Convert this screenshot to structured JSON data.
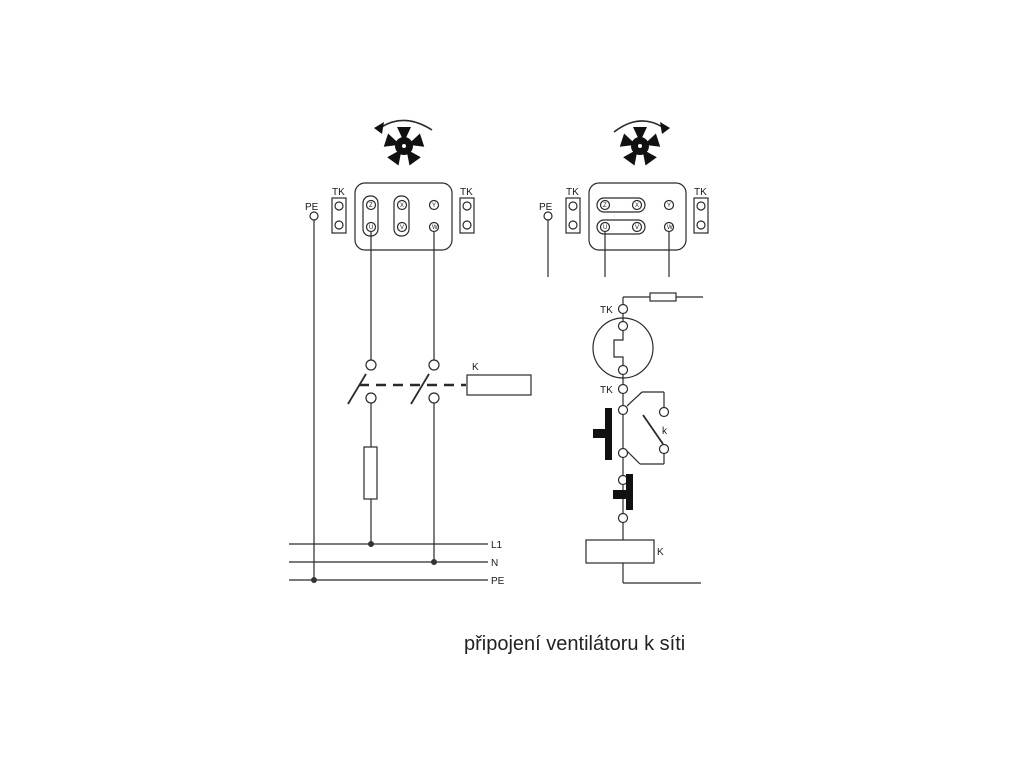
{
  "caption": "připojení ventilátoru k síti",
  "colors": {
    "line": "#2a2a2a",
    "text": "#1a1a1a",
    "fill": "#111111"
  },
  "left_diagram": {
    "tk_left": "TK",
    "tk_right": "TK",
    "pe_label": "PE",
    "terminals_top": [
      "Z",
      "X",
      "Y"
    ],
    "terminals_bottom": [
      "U",
      "V",
      "W"
    ],
    "contactor_label": "K",
    "supply_lines": [
      "L1",
      "N",
      "PE"
    ],
    "fan_icon": "fan-rotation-icon"
  },
  "right_diagram": {
    "tk_left": "TK",
    "tk_right": "TK",
    "pe_label": "PE",
    "terminals_top": [
      "Z",
      "X",
      "Y"
    ],
    "terminals_bottom": [
      "U",
      "V",
      "W"
    ],
    "thermal_contact_top": "TK",
    "thermal_contact_bottom": "TK",
    "aux_contact_label": "k",
    "coil_label": "K",
    "fan_icon": "fan-rotation-icon"
  }
}
